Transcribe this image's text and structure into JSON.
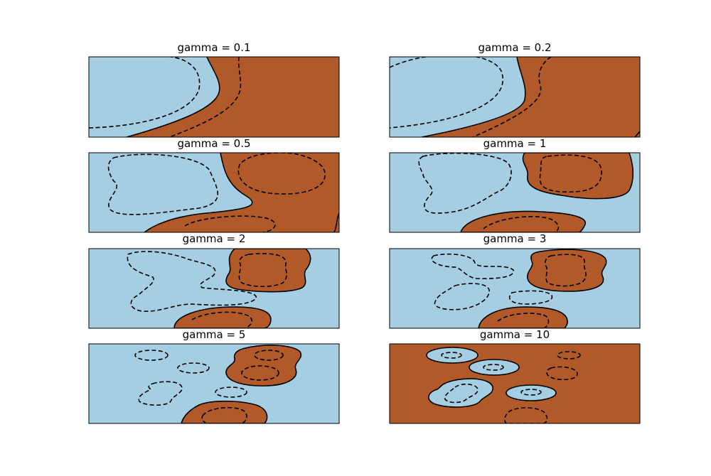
{
  "figure": {
    "background": "#ffffff"
  },
  "colors": {
    "light_region": "#a6cee3",
    "dark_region": "#b15928",
    "boundary": "#000000",
    "margin": "#000000"
  },
  "chart_data": [
    {
      "type": "contour",
      "title": "gamma = 0.1",
      "gamma": 0.1,
      "regions": [
        "light-left",
        "dark-right"
      ],
      "decision_boundary": "solid",
      "margins": "dashed",
      "axis_ticks": "none"
    },
    {
      "type": "contour",
      "title": "gamma = 0.2",
      "gamma": 0.2,
      "regions": [
        "light-left",
        "dark-right"
      ],
      "decision_boundary": "solid",
      "margins": "dashed",
      "axis_ticks": "none"
    },
    {
      "type": "contour",
      "title": "gamma = 0.5",
      "gamma": 0.5,
      "regions": [
        "light-left",
        "dark-right"
      ],
      "decision_boundary": "solid",
      "margins": "dashed",
      "axis_ticks": "none"
    },
    {
      "type": "contour",
      "title": "gamma = 1",
      "gamma": 1,
      "regions": [
        "light-background",
        "dark-islands"
      ],
      "decision_boundary": "solid",
      "margins": "dashed",
      "axis_ticks": "none"
    },
    {
      "type": "contour",
      "title": "gamma = 2",
      "gamma": 2,
      "regions": [
        "light-background",
        "dark-islands"
      ],
      "decision_boundary": "solid",
      "margins": "dashed",
      "axis_ticks": "none"
    },
    {
      "type": "contour",
      "title": "gamma = 3",
      "gamma": 3,
      "regions": [
        "light-background",
        "dark-islands"
      ],
      "decision_boundary": "solid",
      "margins": "dashed",
      "axis_ticks": "none"
    },
    {
      "type": "contour",
      "title": "gamma = 5",
      "gamma": 5,
      "regions": [
        "light-background",
        "dark-islands"
      ],
      "decision_boundary": "solid",
      "margins": "dashed",
      "axis_ticks": "none"
    },
    {
      "type": "contour",
      "title": "gamma = 10",
      "gamma": 10,
      "regions": [
        "dark-background",
        "light-islands"
      ],
      "decision_boundary": "solid",
      "margins": "dashed",
      "axis_ticks": "none"
    }
  ]
}
